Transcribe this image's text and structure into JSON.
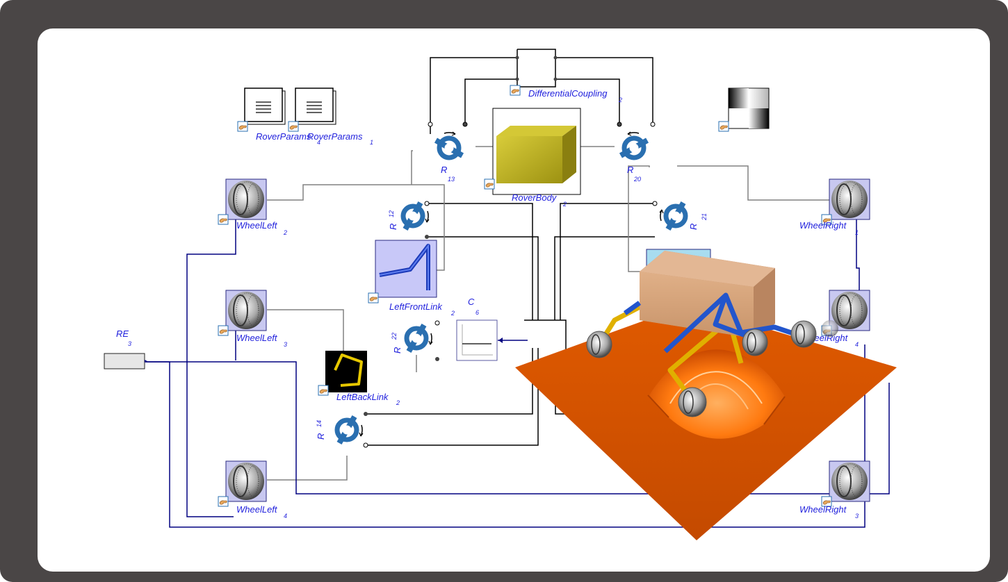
{
  "diagram": {
    "components": {
      "rover_params_a": {
        "name": "RoverParams",
        "sub": "4"
      },
      "rover_params_b": {
        "name": "RoverParams",
        "sub": "1"
      },
      "differential_coupling": {
        "name": "DifferentialCoupling",
        "sub": "2"
      },
      "rover_body": {
        "name": "RoverBody",
        "sub": "2"
      },
      "r13": {
        "name": "R",
        "sub": "13"
      },
      "r20": {
        "name": "R",
        "sub": "20"
      },
      "r12": {
        "name": "R",
        "sub": "12"
      },
      "r21": {
        "name": "R",
        "sub": "21"
      },
      "r22": {
        "name": "R",
        "sub": "22"
      },
      "r14": {
        "name": "R",
        "sub": "14"
      },
      "wheel_left_2": {
        "name": "WheelLeft",
        "sub": "2"
      },
      "wheel_left_3": {
        "name": "WheelLeft",
        "sub": "3"
      },
      "wheel_left_4": {
        "name": "WheelLeft",
        "sub": "4"
      },
      "wheel_right_1": {
        "name": "WheelRight",
        "sub": "1"
      },
      "wheel_right_4": {
        "name": "WheelRight",
        "sub": "4"
      },
      "wheel_right_3": {
        "name": "WheelRight",
        "sub": "3"
      },
      "left_front_link": {
        "name": "LeftFrontLink",
        "sub": "2"
      },
      "left_back_link": {
        "name": "LeftBackLink",
        "sub": "2"
      },
      "re": {
        "name": "RE",
        "sub": "3"
      },
      "c": {
        "name": "C",
        "sub": "6"
      }
    },
    "colors": {
      "frame": "#4a4646",
      "label": "#2222dd",
      "wire_gray": "#808080",
      "wire_black": "#000000",
      "wire_blue": "#000080",
      "joint_blue": "#2a6fb0",
      "rover_body_box": "#b5a91a",
      "terrain": "#d24f00",
      "render_body": "#d8a578",
      "link_blue": "#2255cc",
      "link_yellow": "#e0b000"
    },
    "icons": [
      "document-icon",
      "table-icon",
      "wheel-icon",
      "revolute-joint-icon",
      "box-icon",
      "link-icon",
      "constant-source-icon",
      "checker-icon",
      "hand-icon"
    ]
  }
}
